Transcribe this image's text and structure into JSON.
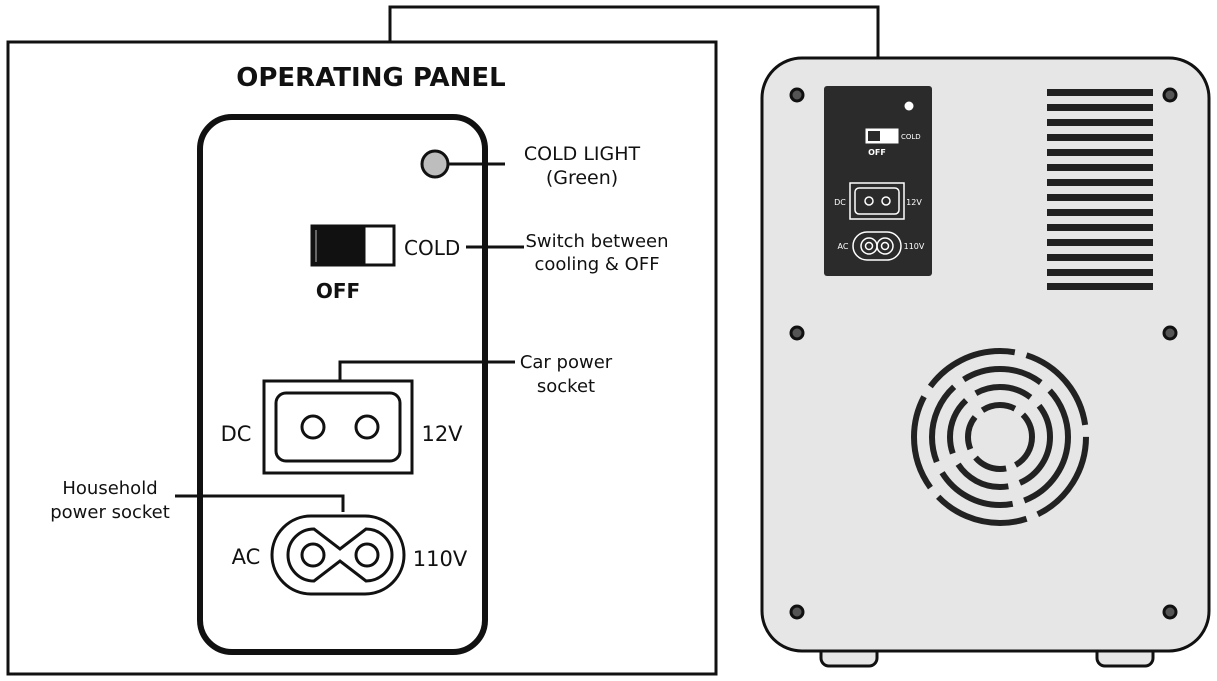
{
  "panel": {
    "title": "OPERATING PANEL",
    "cold_light_line1": "COLD LIGHT",
    "cold_light_line2": "(Green)",
    "switch_cold": "COLD",
    "switch_off": "OFF",
    "switch_desc_line1": "Switch between",
    "switch_desc_line2": "cooling & OFF",
    "car_line1": "Car power",
    "car_line2": "socket",
    "dc": "DC",
    "v12": "12V",
    "household_line1": "Household",
    "household_line2": "power socket",
    "ac": "AC",
    "v110": "110V"
  },
  "device_panel": {
    "cold": "COLD",
    "off": "OFF",
    "dc": "DC",
    "v12": "12V",
    "ac": "AC",
    "v110": "110V"
  },
  "colors": {
    "outline": "#111111",
    "body_fill": "#e6e6e6",
    "led_fill": "#bdbdbd",
    "panel_dark": "#2b2b2b"
  }
}
